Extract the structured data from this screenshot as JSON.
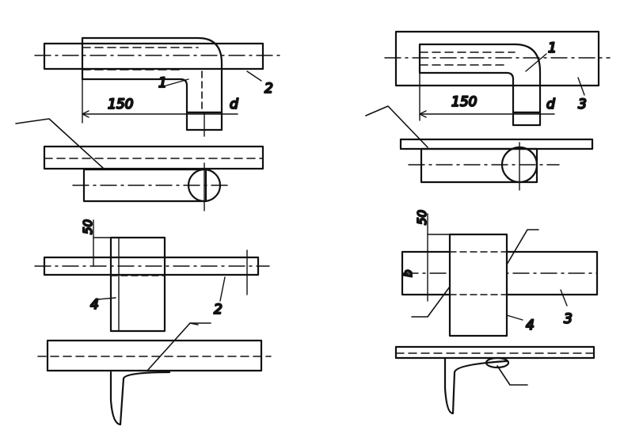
{
  "diagram": {
    "stroke_color": "#111111",
    "background": "#ffffff",
    "left": {
      "top_view": {
        "dim_length": "150",
        "dim_diameter": "d",
        "callout_bar": "1",
        "callout_plate": "2"
      },
      "end_view": {
        "dim_offset": "50",
        "callout_plate": "2",
        "callout_pad": "4"
      }
    },
    "right": {
      "top_view": {
        "dim_length": "150",
        "dim_diameter": "d",
        "callout_bar": "1",
        "callout_plate": "3"
      },
      "end_view": {
        "dim_offset": "50",
        "dim_width": "b",
        "callout_pad": "4",
        "callout_plate": "3"
      }
    }
  }
}
